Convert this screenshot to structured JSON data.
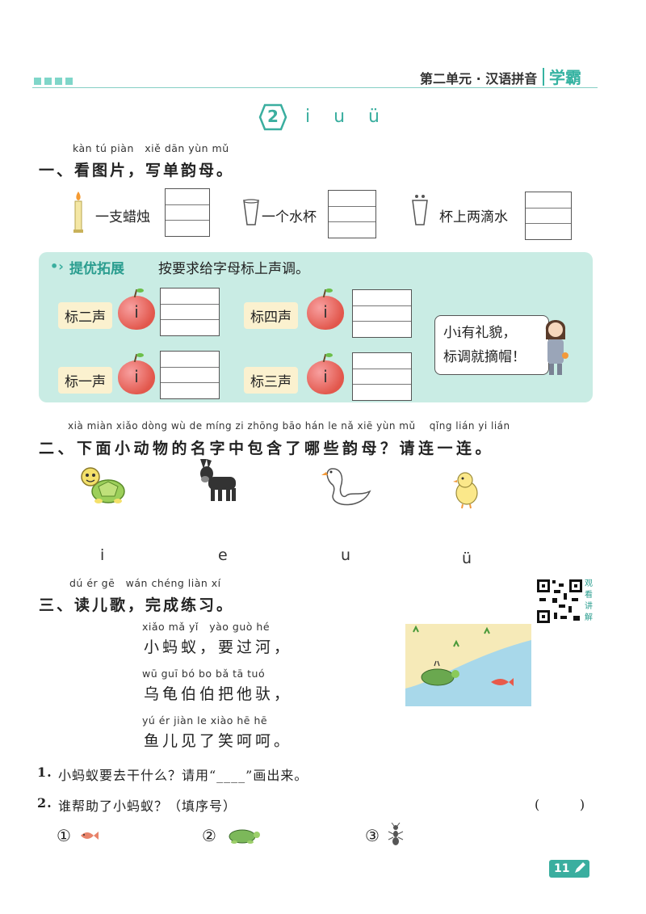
{
  "header": {
    "unit_title": "第二单元 · 汉语拼音",
    "brand": "学霸"
  },
  "lesson": {
    "number": "2",
    "letters": "i   u   ü"
  },
  "section1": {
    "pinyin": "kàn tú piàn   xiě dān yùn mǔ",
    "title": "一、看图片，写单韵母。",
    "items": [
      {
        "label": "一支蜡烛",
        "icon": "candle-icon"
      },
      {
        "label": "一个水杯",
        "icon": "cup-icon"
      },
      {
        "label": "杯上两滴水",
        "icon": "cup-with-drops-icon"
      }
    ]
  },
  "extension": {
    "title": "提优拓展",
    "instruction": "按要求给字母标上声调。",
    "tones": [
      {
        "label": "标二声",
        "letter": "i"
      },
      {
        "label": "标四声",
        "letter": "i"
      },
      {
        "label": "标一声",
        "letter": "i"
      },
      {
        "label": "标三声",
        "letter": "i"
      }
    ],
    "speech": [
      "小i有礼貌，",
      "标调就摘帽！"
    ],
    "panel_color": "#c9ece4"
  },
  "section2": {
    "pinyin": "xià miàn xiǎo dòng wù de míng zi zhōng bāo hán le nǎ xiē yùn mǔ    qǐng lián yi lián",
    "title": "二、下面小动物的名字中包含了哪些韵母？请连一连。",
    "animals": [
      "turtle-icon",
      "donkey-icon",
      "swan-icon",
      "chick-icon"
    ],
    "vowels": [
      "i",
      "e",
      "u",
      "ü"
    ]
  },
  "section3": {
    "pinyin": "dú ér gē   wán chéng liàn xí",
    "title": "三、读儿歌，完成练习。",
    "qr_label": "观看讲解",
    "poem": [
      {
        "pinyin": "xiǎo mǎ yǐ   yào guò hé",
        "text": "小蚂蚁，要过河，"
      },
      {
        "pinyin": "wū guī bó bo bǎ tā tuó",
        "text": "乌龟伯伯把他驮，"
      },
      {
        "pinyin": "yú ér jiàn le xiào hē hē",
        "text": "鱼儿见了笑呵呵。"
      }
    ],
    "q1_num": "1.",
    "q1": "小蚂蚁要去干什么？请用“____”画出来。",
    "q2_num": "2.",
    "q2": "谁帮助了小蚂蚁？（填序号）",
    "answer_paren": "(        )",
    "options": [
      {
        "num": "①",
        "icon": "fish-icon"
      },
      {
        "num": "②",
        "icon": "turtle-icon"
      },
      {
        "num": "③",
        "icon": "ant-icon"
      }
    ]
  },
  "footer": {
    "page_number": "11"
  }
}
